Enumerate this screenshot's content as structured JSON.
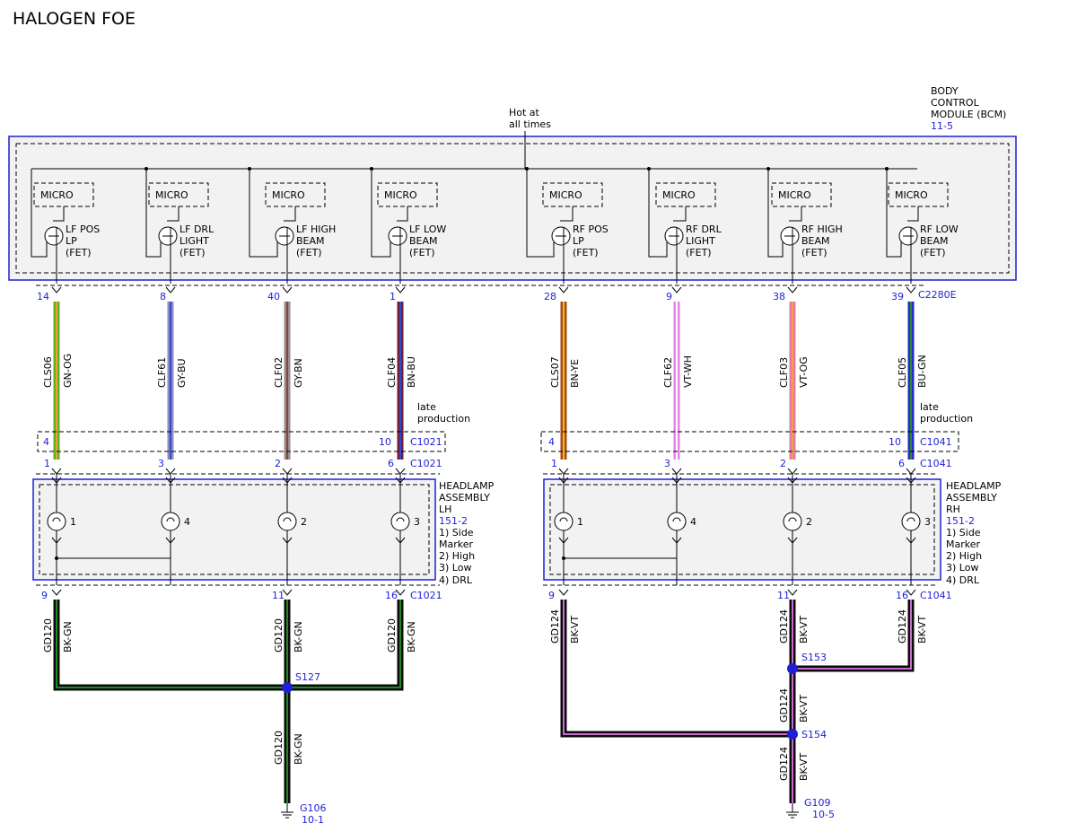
{
  "title": "HALOGEN FOE",
  "bcm": {
    "name_lines": [
      "BODY",
      "CONTROL",
      "MODULE (BCM)"
    ],
    "ref": "11-5",
    "hot_lines": [
      "Hot at",
      "all times"
    ],
    "connector": "C2280E"
  },
  "micro_label": "MICRO",
  "fets": [
    {
      "label": [
        "LF POS",
        "LP",
        "(FET)"
      ],
      "pin": "14",
      "circuit": "CLS06",
      "color_code": "GN-OG",
      "wire_color": "#5fb21f",
      "stripe": "#e8a33d"
    },
    {
      "label": [
        "LF DRL",
        "LIGHT",
        "(FET)"
      ],
      "pin": "8",
      "circuit": "CLF61",
      "color_code": "GY-BU",
      "wire_color": "#8a8ec0",
      "stripe": "#3a48c8"
    },
    {
      "label": [
        "LF HIGH",
        "BEAM",
        "(FET)"
      ],
      "pin": "40",
      "circuit": "CLF02",
      "color_code": "GY-BN",
      "wire_color": "#9c8c8c",
      "stripe": "#7a4a3a"
    },
    {
      "label": [
        "LF LOW",
        "BEAM",
        "(FET)"
      ],
      "pin": "1",
      "circuit": "CLF04",
      "color_code": "BN-BU",
      "wire_color": "#6e1e3e",
      "stripe": "#3a48c8"
    },
    {
      "label": [
        "RF POS",
        "LP",
        "(FET)"
      ],
      "pin": "28",
      "circuit": "CLS07",
      "color_code": "BN-YE",
      "wire_color": "#a8461e",
      "stripe": "#f4c400"
    },
    {
      "label": [
        "RF DRL",
        "LIGHT",
        "(FET)"
      ],
      "pin": "9",
      "circuit": "CLF62",
      "color_code": "VT-WH",
      "wire_color": "#e486e6",
      "stripe": "#ffffff"
    },
    {
      "label": [
        "RF HIGH",
        "BEAM",
        "(FET)"
      ],
      "pin": "38",
      "circuit": "CLF03",
      "color_code": "VT-OG",
      "wire_color": "#e47ca0",
      "stripe": "#f0a050"
    },
    {
      "label": [
        "RF LOW",
        "BEAM",
        "(FET)"
      ],
      "pin": "39",
      "circuit": "CLF05",
      "color_code": "BU-GN",
      "wire_color": "#1f2bd6",
      "stripe": "#2a8a2a"
    }
  ],
  "late_production": [
    "late",
    "production"
  ],
  "inline_connectors": {
    "left": {
      "name": "C1021",
      "pins": [
        "4",
        "10"
      ]
    },
    "right": {
      "name": "C1041",
      "pins": [
        "4",
        "10"
      ]
    }
  },
  "lamp_connector_pins": {
    "left": [
      "1",
      "3",
      "2",
      "6"
    ],
    "right": [
      "1",
      "3",
      "2",
      "6"
    ]
  },
  "lamp_numbers": [
    "1",
    "4",
    "2",
    "3"
  ],
  "assemblies": {
    "left": {
      "name_lines": [
        "HEADLAMP",
        "ASSEMBLY",
        "LH"
      ],
      "ref": "151-2",
      "legend": [
        "1) Side",
        "Marker",
        "2) High",
        "3) Low",
        "4) DRL"
      ]
    },
    "right": {
      "name_lines": [
        "HEADLAMP",
        "ASSEMBLY",
        "RH"
      ],
      "ref": "151-2",
      "legend": [
        "1) Side",
        "Marker",
        "2) High",
        "3) Low",
        "4) DRL"
      ]
    }
  },
  "ground_pins": {
    "left": [
      "9",
      "11",
      "16"
    ],
    "right": [
      "9",
      "11",
      "16"
    ]
  },
  "ground_circuits": {
    "left": {
      "circuit": "GD120",
      "color_code": "BK-GN",
      "wire_color": "#0a0a0a",
      "stripe": "#1e8a1e"
    },
    "right": {
      "circuit": "GD124",
      "color_code": "BK-VT",
      "wire_color": "#0a0a0a",
      "stripe": "#c86ad0"
    }
  },
  "splices": {
    "s127": "S127",
    "s153": "S153",
    "s154": "S154"
  },
  "grounds": {
    "left": {
      "name": "G106",
      "ref": "10-1"
    },
    "right": {
      "name": "G109",
      "ref": "10-5"
    }
  },
  "accent_color": "#1f1fd6"
}
